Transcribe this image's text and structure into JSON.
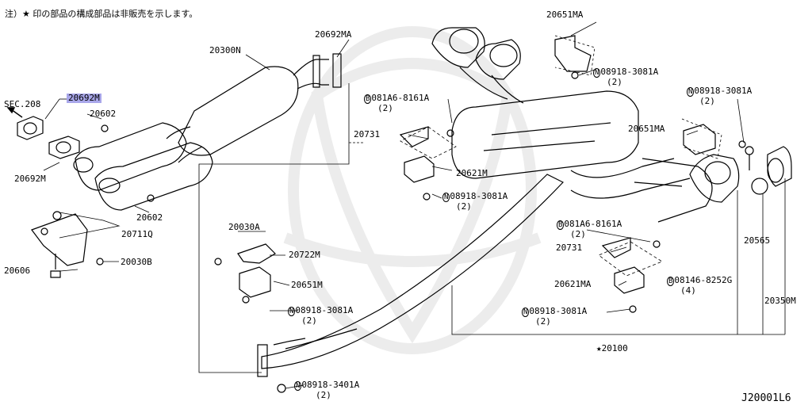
{
  "note": "注）★ 印の部品の構成部品は非販売を示します。",
  "diagram_id": "J20001L6",
  "labels": {
    "sec208": "SEC.208",
    "p20692M_hl": "20692M",
    "p20602_a": "20602",
    "p20692M": "20692M",
    "p20602_b": "20602",
    "p20711Q": "20711Q",
    "p20606": "20606",
    "p20030B": "20030B",
    "p20300N": "20300N",
    "p20692MA": "20692MA",
    "p20030A": "20030A",
    "p20722M": "20722M",
    "p20651M": "20651M",
    "n08918_3081A_c": "08918-3081A",
    "q2_c": "(2)",
    "n08918_3401A": "08918-3401A",
    "q2_d": "(2)",
    "b081A6_8161A_a": "081A6-8161A",
    "q2_a": "(2)",
    "p20731_a": "20731",
    "p20621M": "20621M",
    "n08918_3081A_b": "08918-3081A",
    "q2_b": "(2)",
    "p20651MA_a": "20651MA",
    "n08918_3081A_a": "08918-3081A",
    "q2_e": "(2)",
    "n08918_3081A_d": "08918-3081A",
    "q2_f": "(2)",
    "p20651MA_b": "20651MA",
    "b081A6_8161A_b": "081A6-8161A",
    "q2_g": "(2)",
    "p20731_b": "20731",
    "p20621MA": "20621MA",
    "b08146_8252G": "08146-8252G",
    "q4": "(4)",
    "n08918_3081A_e": "08918-3081A",
    "q2_h": "(2)",
    "p20565": "20565",
    "p20350M": "20350M",
    "p20100": "20100",
    "star": "★"
  },
  "symbols": {
    "nut_prefix": "N",
    "bolt_prefix": "B"
  },
  "colors": {
    "highlight": "#a9a7ea",
    "line": "#000000",
    "watermark": "#e6e6e6"
  }
}
